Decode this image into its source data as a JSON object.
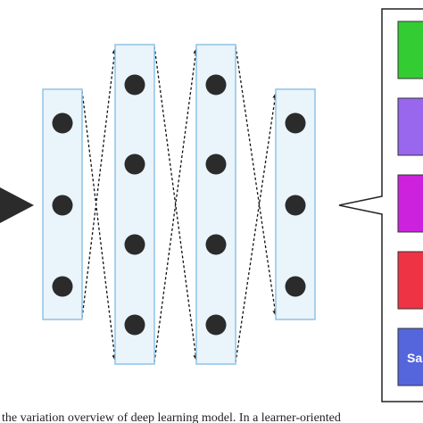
{
  "diagram": {
    "input_arrow_icon": "triangle-arrow-icon",
    "layers": [
      {
        "name": "layer-1",
        "neurons": 3
      },
      {
        "name": "layer-2",
        "neurons": 4
      },
      {
        "name": "layer-3",
        "neurons": 4
      },
      {
        "name": "layer-4",
        "neurons": 3
      }
    ],
    "output_classes": [
      {
        "label": "",
        "color": "#33cc33"
      },
      {
        "label": "",
        "color": "#9966ee"
      },
      {
        "label": "",
        "color": "#cc22dd"
      },
      {
        "label": "",
        "color": "#ee3344"
      },
      {
        "label": "Sa",
        "color": "#5566dd"
      }
    ],
    "caption": "the variation overview of deep learning model. In a learner-oriented"
  }
}
